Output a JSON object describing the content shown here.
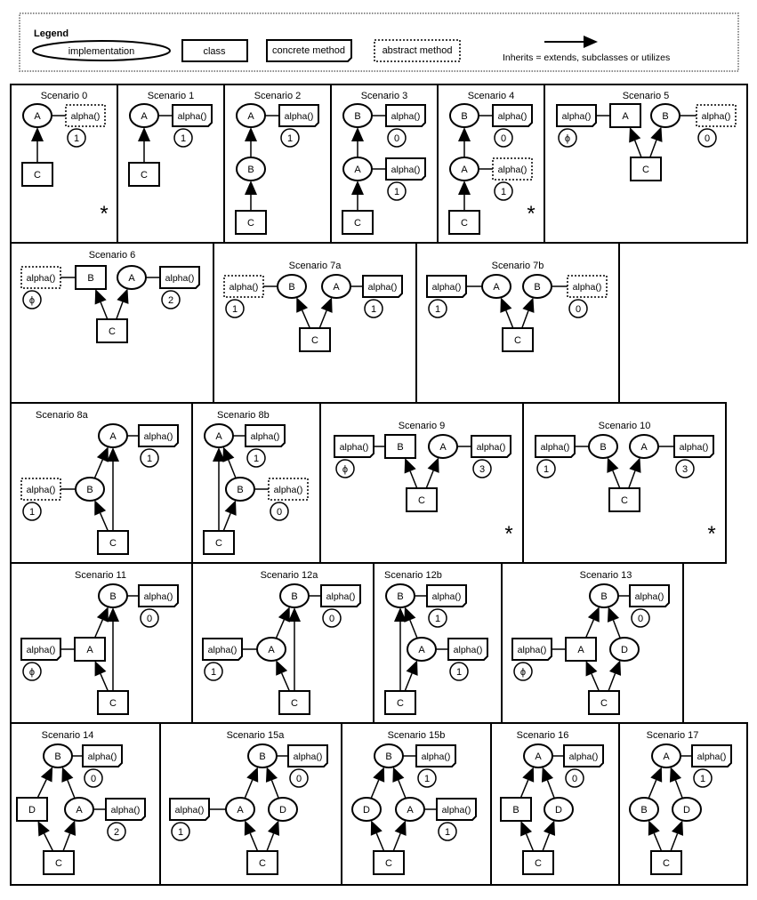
{
  "legend": {
    "title": "Legend",
    "implementation": "implementation",
    "class": "class",
    "concrete_method": "concrete method",
    "abstract_method": "abstract method",
    "inherits": "Inherits = extends, subclasses or utilizes"
  },
  "scenarios": [
    {
      "title": "Scenario 0",
      "marker": "*",
      "nodes": [
        {
          "id": "A",
          "kind": "implementation"
        },
        {
          "id": "C",
          "kind": "class"
        }
      ],
      "methods": [
        {
          "of": "A",
          "label": "alpha()",
          "type": "abstract",
          "count": "1"
        }
      ],
      "inherits": [
        [
          "C",
          "A"
        ]
      ]
    },
    {
      "title": "Scenario 1",
      "nodes": [
        {
          "id": "A",
          "kind": "implementation"
        },
        {
          "id": "C",
          "kind": "class"
        }
      ],
      "methods": [
        {
          "of": "A",
          "label": "alpha()",
          "type": "concrete",
          "count": "1"
        }
      ],
      "inherits": [
        [
          "C",
          "A"
        ]
      ]
    },
    {
      "title": "Scenario 2",
      "nodes": [
        {
          "id": "A",
          "kind": "implementation"
        },
        {
          "id": "B",
          "kind": "implementation"
        },
        {
          "id": "C",
          "kind": "class"
        }
      ],
      "methods": [
        {
          "of": "A",
          "label": "alpha()",
          "type": "concrete",
          "count": "1"
        }
      ],
      "inherits": [
        [
          "C",
          "B"
        ],
        [
          "B",
          "A"
        ]
      ]
    },
    {
      "title": "Scenario 3",
      "nodes": [
        {
          "id": "B",
          "kind": "implementation"
        },
        {
          "id": "A",
          "kind": "implementation"
        },
        {
          "id": "C",
          "kind": "class"
        }
      ],
      "methods": [
        {
          "of": "B",
          "label": "alpha()",
          "type": "concrete",
          "count": "0"
        },
        {
          "of": "A",
          "label": "alpha()",
          "type": "concrete",
          "count": "1"
        }
      ],
      "inherits": [
        [
          "C",
          "A"
        ],
        [
          "A",
          "B"
        ]
      ]
    },
    {
      "title": "Scenario 4",
      "marker": "*",
      "nodes": [
        {
          "id": "B",
          "kind": "implementation"
        },
        {
          "id": "A",
          "kind": "implementation"
        },
        {
          "id": "C",
          "kind": "class"
        }
      ],
      "methods": [
        {
          "of": "B",
          "label": "alpha()",
          "type": "concrete",
          "count": "0"
        },
        {
          "of": "A",
          "label": "alpha()",
          "type": "abstract",
          "count": "1"
        }
      ],
      "inherits": [
        [
          "C",
          "A"
        ],
        [
          "A",
          "B"
        ]
      ]
    },
    {
      "title": "Scenario 5",
      "nodes": [
        {
          "id": "A",
          "kind": "class"
        },
        {
          "id": "B",
          "kind": "implementation"
        },
        {
          "id": "C",
          "kind": "class"
        }
      ],
      "methods": [
        {
          "of": "A",
          "label": "alpha()",
          "type": "concrete",
          "count": "ϕ"
        },
        {
          "of": "B",
          "label": "alpha()",
          "type": "abstract",
          "count": "0"
        }
      ],
      "inherits": [
        [
          "C",
          "A"
        ],
        [
          "C",
          "B"
        ]
      ]
    },
    {
      "title": "Scenario 6",
      "nodes": [
        {
          "id": "B",
          "kind": "class"
        },
        {
          "id": "A",
          "kind": "implementation"
        },
        {
          "id": "C",
          "kind": "class"
        }
      ],
      "methods": [
        {
          "of": "B",
          "label": "alpha()",
          "type": "abstract",
          "count": "ϕ"
        },
        {
          "of": "A",
          "label": "alpha()",
          "type": "concrete",
          "count": "2"
        }
      ],
      "inherits": [
        [
          "C",
          "B"
        ],
        [
          "C",
          "A"
        ]
      ]
    },
    {
      "title": "Scenario 7a",
      "nodes": [
        {
          "id": "B",
          "kind": "implementation"
        },
        {
          "id": "A",
          "kind": "implementation"
        },
        {
          "id": "C",
          "kind": "class"
        }
      ],
      "methods": [
        {
          "of": "B",
          "label": "alpha()",
          "type": "abstract",
          "count": "1"
        },
        {
          "of": "A",
          "label": "alpha()",
          "type": "concrete",
          "count": "1"
        }
      ],
      "inherits": [
        [
          "C",
          "B"
        ],
        [
          "C",
          "A"
        ]
      ]
    },
    {
      "title": "Scenario 7b",
      "nodes": [
        {
          "id": "A",
          "kind": "implementation"
        },
        {
          "id": "B",
          "kind": "implementation"
        },
        {
          "id": "C",
          "kind": "class"
        }
      ],
      "methods": [
        {
          "of": "A",
          "label": "alpha()",
          "type": "concrete",
          "count": "1"
        },
        {
          "of": "B",
          "label": "alpha()",
          "type": "abstract",
          "count": "0"
        }
      ],
      "inherits": [
        [
          "C",
          "A"
        ],
        [
          "C",
          "B"
        ]
      ]
    },
    {
      "title": "Scenario 8a",
      "nodes": [
        {
          "id": "A",
          "kind": "implementation"
        },
        {
          "id": "B",
          "kind": "implementation"
        },
        {
          "id": "C",
          "kind": "class"
        }
      ],
      "methods": [
        {
          "of": "A",
          "label": "alpha()",
          "type": "concrete",
          "count": "1"
        },
        {
          "of": "B",
          "label": "alpha()",
          "type": "abstract",
          "count": "1"
        }
      ],
      "inherits": [
        [
          "C",
          "B"
        ],
        [
          "B",
          "A"
        ],
        [
          "C",
          "A"
        ]
      ]
    },
    {
      "title": "Scenario 8b",
      "nodes": [
        {
          "id": "A",
          "kind": "implementation"
        },
        {
          "id": "B",
          "kind": "implementation"
        },
        {
          "id": "C",
          "kind": "class"
        }
      ],
      "methods": [
        {
          "of": "A",
          "label": "alpha()",
          "type": "concrete",
          "count": "1"
        },
        {
          "of": "B",
          "label": "alpha()",
          "type": "abstract",
          "count": "0"
        }
      ],
      "inherits": [
        [
          "C",
          "A"
        ],
        [
          "C",
          "B"
        ],
        [
          "B",
          "A"
        ]
      ]
    },
    {
      "title": "Scenario 9",
      "marker": "*",
      "nodes": [
        {
          "id": "B",
          "kind": "class"
        },
        {
          "id": "A",
          "kind": "implementation"
        },
        {
          "id": "C",
          "kind": "class"
        }
      ],
      "methods": [
        {
          "of": "B",
          "label": "alpha()",
          "type": "concrete",
          "count": "ϕ"
        },
        {
          "of": "A",
          "label": "alpha()",
          "type": "concrete",
          "count": "3"
        }
      ],
      "inherits": [
        [
          "C",
          "B"
        ],
        [
          "C",
          "A"
        ]
      ]
    },
    {
      "title": "Scenario 10",
      "marker": "*",
      "nodes": [
        {
          "id": "B",
          "kind": "implementation"
        },
        {
          "id": "A",
          "kind": "implementation"
        },
        {
          "id": "C",
          "kind": "class"
        }
      ],
      "methods": [
        {
          "of": "B",
          "label": "alpha()",
          "type": "concrete",
          "count": "1"
        },
        {
          "of": "A",
          "label": "alpha()",
          "type": "concrete",
          "count": "3"
        }
      ],
      "inherits": [
        [
          "C",
          "B"
        ],
        [
          "C",
          "A"
        ]
      ]
    },
    {
      "title": "Scenario 11",
      "nodes": [
        {
          "id": "B",
          "kind": "implementation"
        },
        {
          "id": "A",
          "kind": "class"
        },
        {
          "id": "C",
          "kind": "class"
        }
      ],
      "methods": [
        {
          "of": "B",
          "label": "alpha()",
          "type": "concrete",
          "count": "0"
        },
        {
          "of": "A",
          "label": "alpha()",
          "type": "concrete",
          "count": "ϕ"
        }
      ],
      "inherits": [
        [
          "C",
          "A"
        ],
        [
          "A",
          "B"
        ],
        [
          "C",
          "B"
        ]
      ]
    },
    {
      "title": "Scenario 12a",
      "nodes": [
        {
          "id": "B",
          "kind": "implementation"
        },
        {
          "id": "A",
          "kind": "implementation"
        },
        {
          "id": "C",
          "kind": "class"
        }
      ],
      "methods": [
        {
          "of": "B",
          "label": "alpha()",
          "type": "concrete",
          "count": "0"
        },
        {
          "of": "A",
          "label": "alpha()",
          "type": "concrete",
          "count": "1"
        }
      ],
      "inherits": [
        [
          "C",
          "A"
        ],
        [
          "A",
          "B"
        ],
        [
          "C",
          "B"
        ]
      ]
    },
    {
      "title": "Scenario 12b",
      "nodes": [
        {
          "id": "B",
          "kind": "implementation"
        },
        {
          "id": "A",
          "kind": "implementation"
        },
        {
          "id": "C",
          "kind": "class"
        }
      ],
      "methods": [
        {
          "of": "B",
          "label": "alpha()",
          "type": "concrete",
          "count": "1"
        },
        {
          "of": "A",
          "label": "alpha()",
          "type": "concrete",
          "count": "1"
        }
      ],
      "inherits": [
        [
          "C",
          "B"
        ],
        [
          "C",
          "A"
        ],
        [
          "A",
          "B"
        ]
      ]
    },
    {
      "title": "Scenario 13",
      "nodes": [
        {
          "id": "B",
          "kind": "implementation"
        },
        {
          "id": "A",
          "kind": "class"
        },
        {
          "id": "D",
          "kind": "implementation"
        },
        {
          "id": "C",
          "kind": "class"
        }
      ],
      "methods": [
        {
          "of": "B",
          "label": "alpha()",
          "type": "concrete",
          "count": "0"
        },
        {
          "of": "A",
          "label": "alpha()",
          "type": "concrete",
          "count": "ϕ"
        }
      ],
      "inherits": [
        [
          "C",
          "A"
        ],
        [
          "C",
          "D"
        ],
        [
          "A",
          "B"
        ],
        [
          "D",
          "B"
        ]
      ]
    },
    {
      "title": "Scenario 14",
      "nodes": [
        {
          "id": "B",
          "kind": "implementation"
        },
        {
          "id": "D",
          "kind": "class"
        },
        {
          "id": "A",
          "kind": "implementation"
        },
        {
          "id": "C",
          "kind": "class"
        }
      ],
      "methods": [
        {
          "of": "B",
          "label": "alpha()",
          "type": "concrete",
          "count": "0"
        },
        {
          "of": "A",
          "label": "alpha()",
          "type": "concrete",
          "count": "2"
        }
      ],
      "inherits": [
        [
          "C",
          "D"
        ],
        [
          "C",
          "A"
        ],
        [
          "D",
          "B"
        ],
        [
          "A",
          "B"
        ]
      ]
    },
    {
      "title": "Scenario 15a",
      "nodes": [
        {
          "id": "B",
          "kind": "implementation"
        },
        {
          "id": "A",
          "kind": "implementation"
        },
        {
          "id": "D",
          "kind": "implementation"
        },
        {
          "id": "C",
          "kind": "class"
        }
      ],
      "methods": [
        {
          "of": "B",
          "label": "alpha()",
          "type": "concrete",
          "count": "0"
        },
        {
          "of": "A",
          "label": "alpha()",
          "type": "concrete",
          "count": "1"
        }
      ],
      "inherits": [
        [
          "C",
          "A"
        ],
        [
          "C",
          "D"
        ],
        [
          "A",
          "B"
        ],
        [
          "D",
          "B"
        ]
      ]
    },
    {
      "title": "Scenario 15b",
      "nodes": [
        {
          "id": "B",
          "kind": "implementation"
        },
        {
          "id": "D",
          "kind": "implementation"
        },
        {
          "id": "A",
          "kind": "implementation"
        },
        {
          "id": "C",
          "kind": "class"
        }
      ],
      "methods": [
        {
          "of": "B",
          "label": "alpha()",
          "type": "concrete",
          "count": "1"
        },
        {
          "of": "A",
          "label": "alpha()",
          "type": "concrete",
          "count": "1"
        }
      ],
      "inherits": [
        [
          "C",
          "D"
        ],
        [
          "C",
          "A"
        ],
        [
          "D",
          "B"
        ],
        [
          "A",
          "B"
        ]
      ]
    },
    {
      "title": "Scenario 16",
      "nodes": [
        {
          "id": "A",
          "kind": "implementation"
        },
        {
          "id": "B",
          "kind": "class"
        },
        {
          "id": "D",
          "kind": "implementation"
        },
        {
          "id": "C",
          "kind": "class"
        }
      ],
      "methods": [
        {
          "of": "A",
          "label": "alpha()",
          "type": "concrete",
          "count": "0"
        }
      ],
      "inherits": [
        [
          "C",
          "B"
        ],
        [
          "C",
          "D"
        ],
        [
          "B",
          "A"
        ],
        [
          "D",
          "A"
        ]
      ]
    },
    {
      "title": "Scenario 17",
      "nodes": [
        {
          "id": "A",
          "kind": "implementation"
        },
        {
          "id": "B",
          "kind": "implementation"
        },
        {
          "id": "D",
          "kind": "implementation"
        },
        {
          "id": "C",
          "kind": "class"
        }
      ],
      "methods": [
        {
          "of": "A",
          "label": "alpha()",
          "type": "concrete",
          "count": "1"
        }
      ],
      "inherits": [
        [
          "C",
          "B"
        ],
        [
          "C",
          "D"
        ],
        [
          "B",
          "A"
        ],
        [
          "D",
          "A"
        ]
      ]
    }
  ]
}
